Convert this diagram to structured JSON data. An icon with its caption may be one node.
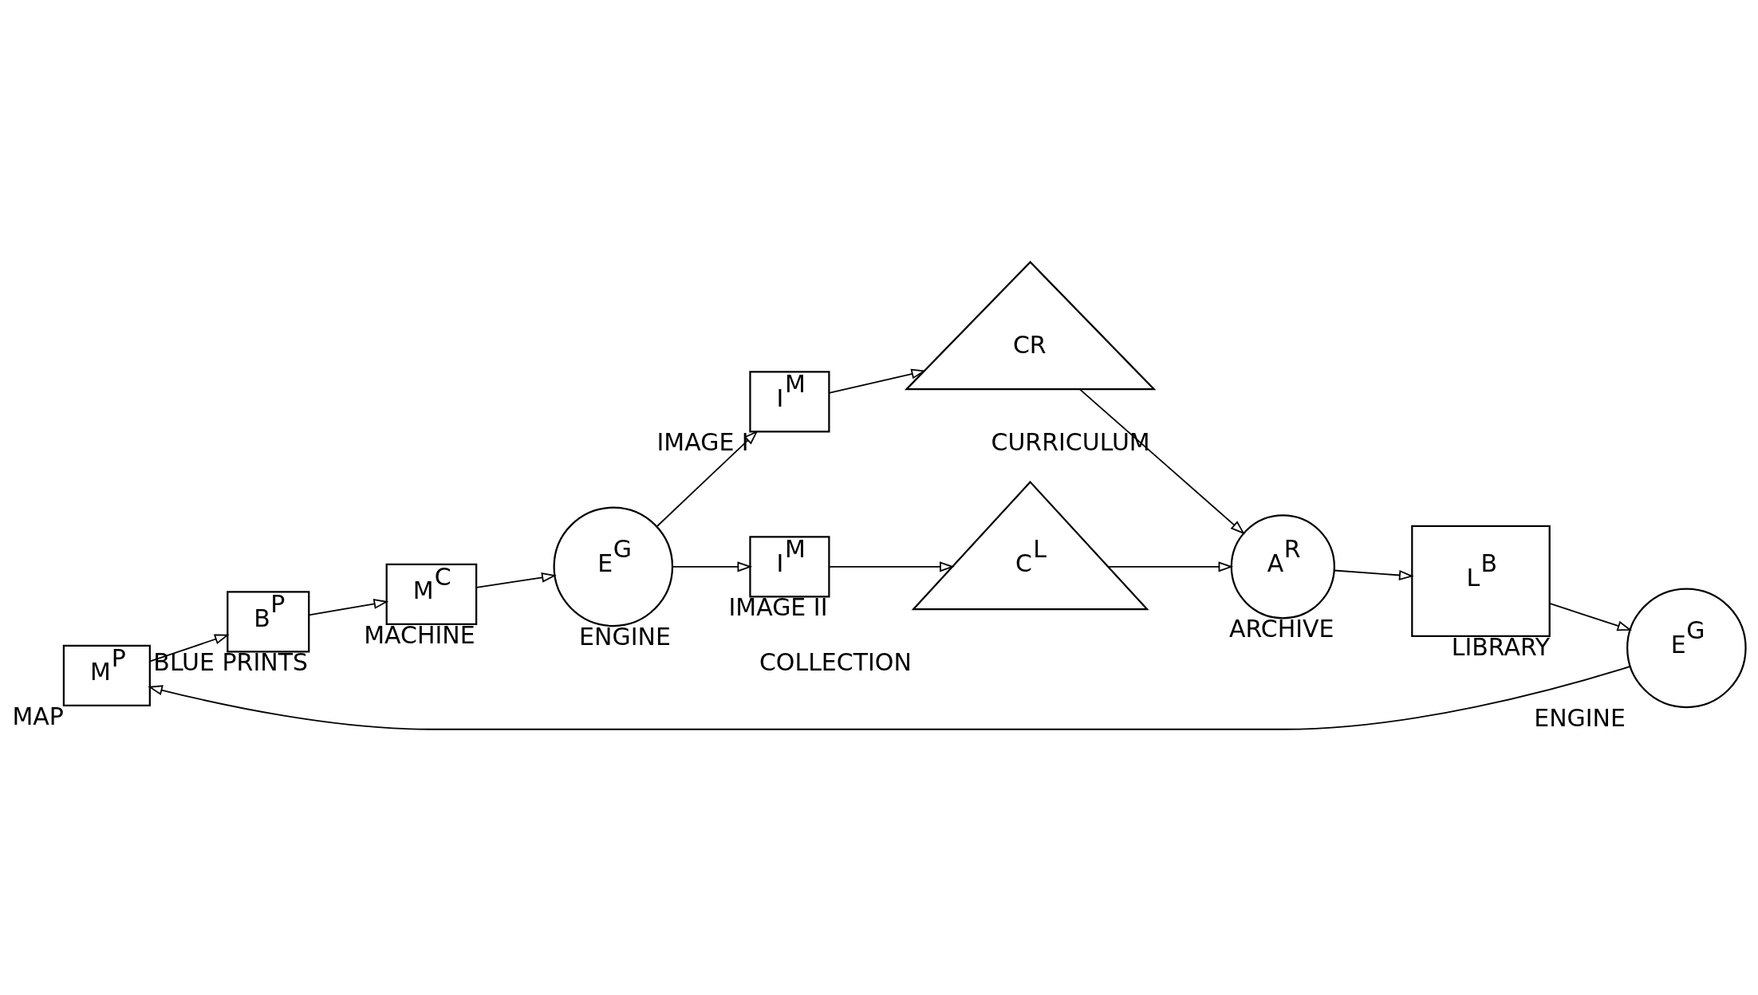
{
  "diagram": {
    "nodes": [
      {
        "text": [
          "M$^{P}$"
        ],
        "beside": [
          "MAP"
        ]
      },
      {
        "text": [
          "B$^{P}$"
        ],
        "beside": [
          "BLUE PRINTS"
        ]
      },
      {
        "text": [
          "M$^{C}$"
        ],
        "beside": [
          "MACHINE"
        ]
      },
      {
        "text": [
          "E$^{G}$"
        ],
        "beside": [
          "ENGINE"
        ]
      },
      {
        "text": [
          "I$^{M}$"
        ],
        "beside": [
          "IMAGE I"
        ]
      },
      {
        "text": [
          "I$^{M}$"
        ],
        "beside": [
          "IMAGE II"
        ]
      },
      {
        "text": [
          "CR"
        ],
        "beside": [
          "CURRICULUM"
        ]
      },
      {
        "text": [
          "C$^{L}$"
        ],
        "beside": [
          "COLLECTION"
        ]
      },
      {
        "text": [
          "A$^{R}$"
        ],
        "beside": [
          "ARCHIVE"
        ]
      },
      {
        "text": [
          "L$^{B}$"
        ],
        "beside": [
          "LIBRARY"
        ]
      },
      {
        "text": [
          "E$^{G}$"
        ],
        "beside": [
          "ENGINE"
        ]
      }
    ],
    "edges": [
      {
        "from": 0,
        "to": 1,
        "arrow": "to"
      },
      {
        "from": 1,
        "to": 2,
        "arrow": "to"
      },
      {
        "from": 2,
        "to": 3,
        "arrow": "to"
      },
      {
        "from": 3,
        "to": 4,
        "arrow": "to"
      },
      {
        "from": 3,
        "to": 5,
        "arrow": "to"
      },
      {
        "from": 4,
        "to": 6,
        "arrow": "to"
      },
      {
        "from": 5,
        "to": 7,
        "arrow": "to"
      },
      {
        "from": 6,
        "to": 8,
        "arrow": "to"
      },
      {
        "from": 7,
        "to": 8,
        "arrow": "to"
      },
      {
        "from": 8,
        "to": 9,
        "arrow": "to"
      },
      {
        "from": 9,
        "to": 10,
        "arrow": "to"
      },
      {
        "from": 10,
        "to": 0,
        "arrow": "to"
      }
    ]
  }
}
